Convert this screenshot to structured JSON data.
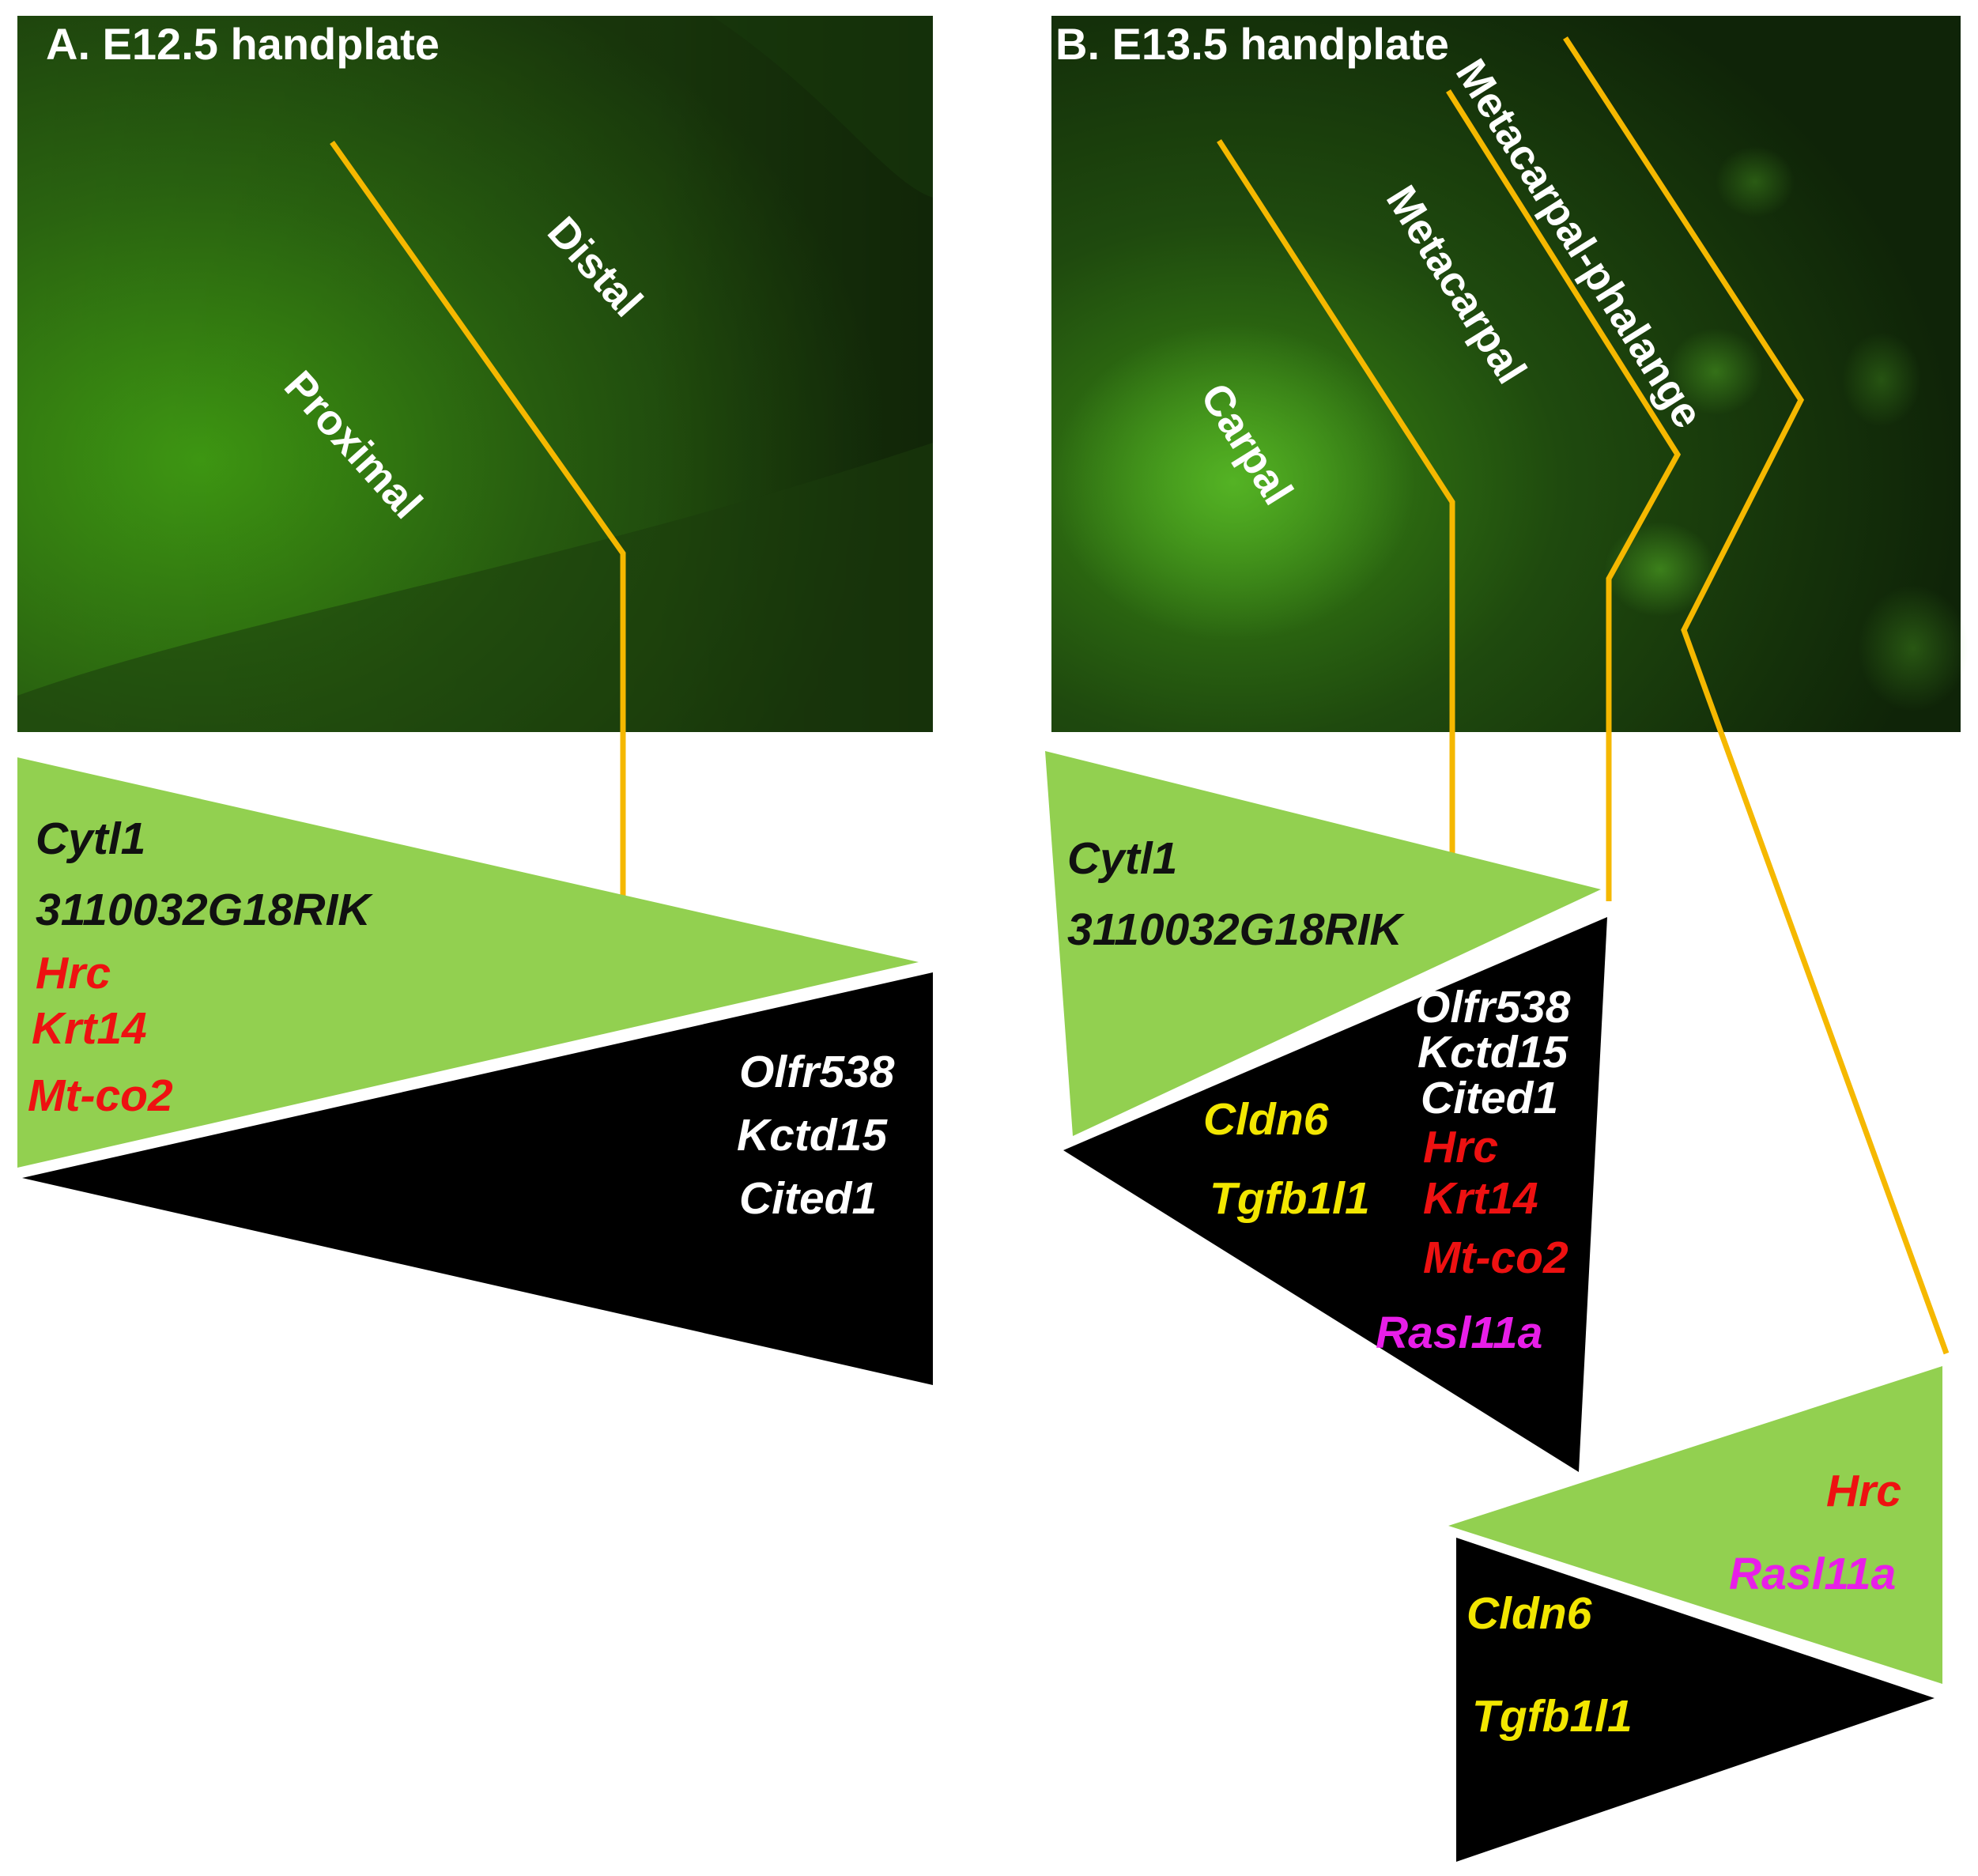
{
  "colors": {
    "green_triangle": "#92d050",
    "black_triangle": "#000000",
    "boundary_line": "#f5b800",
    "gene_red": "#ee1111",
    "gene_yellow": "#f2e600",
    "gene_magenta": "#e81ee8"
  },
  "panel_a": {
    "title": "A. E12.5 handplate",
    "regions": {
      "distal": "Distal",
      "proximal": "Proximal"
    },
    "green_genes": {
      "g1": "Cytl1",
      "g2": "3110032G18RIK",
      "g3": "Hrc",
      "g4": "Krt14",
      "g5": "Mt-co2"
    },
    "black_genes": {
      "g1": "Olfr538",
      "g2": "Kctd15",
      "g3": "Cited1"
    }
  },
  "panel_b": {
    "title": "B. E13.5 handplate",
    "regions": {
      "carpal": "Carpal",
      "metacarpal": "Metacarpal",
      "metacarpal_phalange": "Metacarpal-phalange"
    },
    "upper_green_genes": {
      "g1": "Cytl1",
      "g2": "3110032G18RIK"
    },
    "upper_black_genes": {
      "g1": "Olfr538",
      "g2": "Kctd15",
      "g3": "Cited1",
      "g4": "Hrc",
      "g5": "Krt14",
      "g6": "Mt-co2",
      "g7": "Rasl11a",
      "g8": "Cldn6",
      "g9": "Tgfb1l1"
    },
    "lower_green_genes": {
      "g1": "Hrc",
      "g2": "Rasl11a"
    },
    "lower_black_genes": {
      "g1": "Cldn6",
      "g2": "Tgfb1l1"
    }
  }
}
